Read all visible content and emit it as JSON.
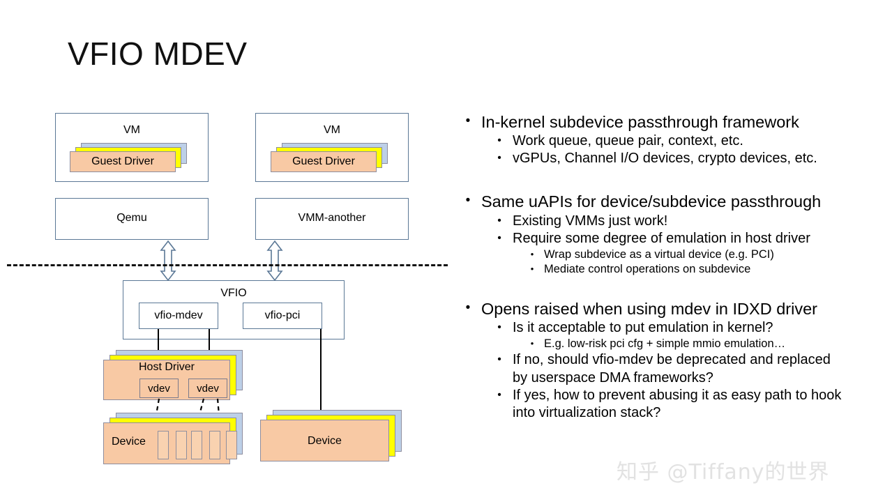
{
  "slide": {
    "title": "VFIO MDEV",
    "watermark": "知乎 @Tiffany的世界"
  },
  "colors": {
    "box_border": "#5a7795",
    "stack_back": "#bdd0e8",
    "stack_mid": "#ffff00",
    "stack_front": "#f8c9a4",
    "connector": "#000000",
    "divider": "#111111",
    "watermark": "#e2e2e2"
  },
  "diagram": {
    "vm_left": {
      "label": "VM",
      "guest_driver": "Guest Driver"
    },
    "vm_right": {
      "label": "VM",
      "guest_driver": "Guest Driver"
    },
    "qemu": {
      "label": "Qemu"
    },
    "vmm_another": {
      "label": "VMM-another"
    },
    "vfio": {
      "label": "VFIO",
      "modules": [
        {
          "label": "vfio-mdev"
        },
        {
          "label": "vfio-pci"
        }
      ]
    },
    "host_driver": {
      "label": "Host Driver",
      "vdevs": [
        {
          "label": "vdev"
        },
        {
          "label": "vdev"
        }
      ]
    },
    "device_left": {
      "label": "Device",
      "slot_count": 5
    },
    "device_right": {
      "label": "Device"
    }
  },
  "bullets": [
    {
      "level": 1,
      "text": "In-kernel subdevice passthrough framework"
    },
    {
      "level": 2,
      "text": "Work queue, queue pair, context, etc."
    },
    {
      "level": 2,
      "text": "vGPUs, Channel I/O devices, crypto devices, etc."
    },
    {
      "level": 1,
      "text": "Same uAPIs for device/subdevice passthrough"
    },
    {
      "level": 2,
      "text": "Existing VMMs just work!"
    },
    {
      "level": 2,
      "text": "Require some degree of emulation in host driver"
    },
    {
      "level": 3,
      "text": "Wrap subdevice as a virtual device (e.g. PCI)"
    },
    {
      "level": 3,
      "text": "Mediate control operations on subdevice"
    },
    {
      "level": 1,
      "text": "Opens raised when using mdev in IDXD driver"
    },
    {
      "level": 2,
      "text": "Is it acceptable to put emulation in kernel?"
    },
    {
      "level": 3,
      "text": "E.g. low-risk pci cfg + simple mmio emulation…"
    },
    {
      "level": 2,
      "text": "If no, should vfio-mdev be deprecated and replaced by userspace DMA frameworks?"
    },
    {
      "level": 2,
      "text": "If yes, how to prevent abusing it as easy path to hook into virtualization stack?"
    }
  ]
}
